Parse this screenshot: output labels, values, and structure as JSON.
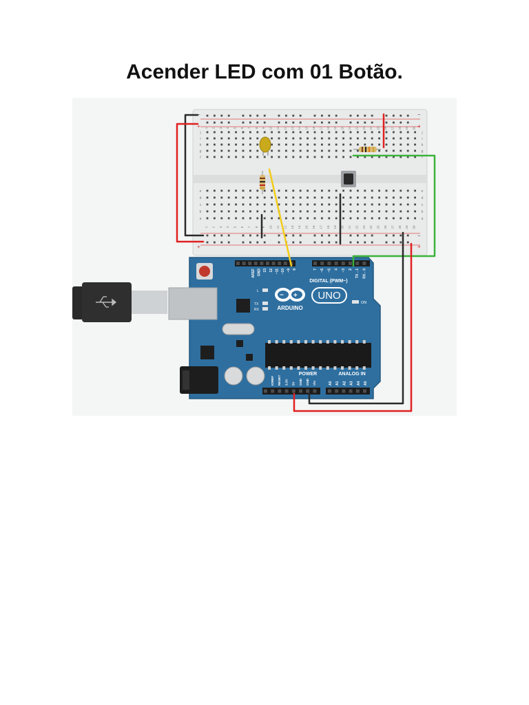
{
  "title": "Acender LED com 01 Botão.",
  "colors": {
    "board_blue": "#2e6fa0",
    "wire_red": "#e02020",
    "wire_black": "#2a2a2a",
    "wire_green": "#3cb33c",
    "wire_yellow": "#f2cc1a",
    "breadboard": "#e9eaea"
  },
  "breadboard": {
    "rail_plus": "+",
    "rail_minus": "−",
    "rows_top": [
      "j",
      "i",
      "h",
      "g",
      "f"
    ],
    "rows_bottom": [
      "e",
      "d",
      "c",
      "b",
      "a"
    ],
    "column_numbers": [
      "1",
      "2",
      "3",
      "4",
      "5",
      "6",
      "7",
      "8",
      "9",
      "10",
      "11",
      "12",
      "13",
      "14",
      "15",
      "16",
      "17",
      "18",
      "19",
      "20",
      "21",
      "22",
      "23",
      "24",
      "25",
      "26",
      "27",
      "28",
      "29",
      "30"
    ]
  },
  "arduino": {
    "brand": "ARDUINO",
    "model": "UNO",
    "digital_label": "DIGITAL (PWM~)",
    "power_label": "POWER",
    "analog_label": "ANALOG IN",
    "on_label": "ON",
    "l_label": "L",
    "tx_label": "TX",
    "rx_label": "RX",
    "digital_pins": [
      "AREF",
      "GND",
      "13",
      "12",
      "~11",
      "~10",
      "~9",
      "8",
      "7",
      "~6",
      "~5",
      "4",
      "~3",
      "2",
      "TX→1",
      "RX←0"
    ],
    "power_pins": [
      "IOREF",
      "RESET",
      "3.3V",
      "5V",
      "GND",
      "GND",
      "Vin"
    ],
    "analog_pins": [
      "A0",
      "A1",
      "A2",
      "A3",
      "A4",
      "A5"
    ]
  }
}
